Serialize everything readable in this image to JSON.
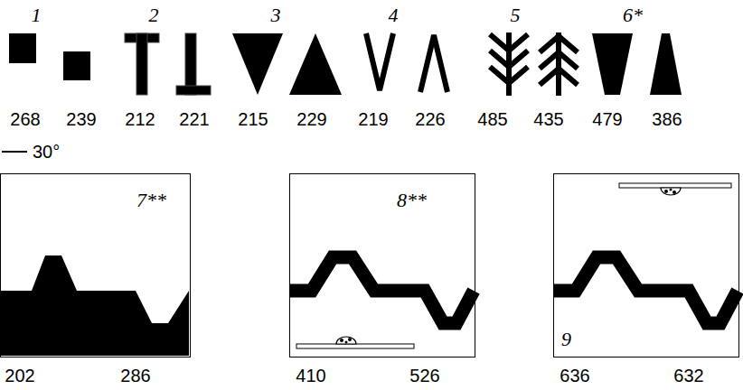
{
  "diagram": {
    "nodes": [
      {
        "text": [
          "7**"
        ]
      },
      {
        "text": [
          "8**"
        ]
      },
      {
        "text": [
          "9"
        ]
      }
    ],
    "labels": [
      "1",
      "2",
      "3",
      "4",
      "5",
      "6*",
      "268",
      "239",
      "212",
      "221",
      "215",
      "229",
      "219",
      "226",
      "485",
      "435",
      "479",
      "386",
      "30°",
      "202",
      "286",
      "410",
      "526",
      "636",
      "632"
    ]
  }
}
